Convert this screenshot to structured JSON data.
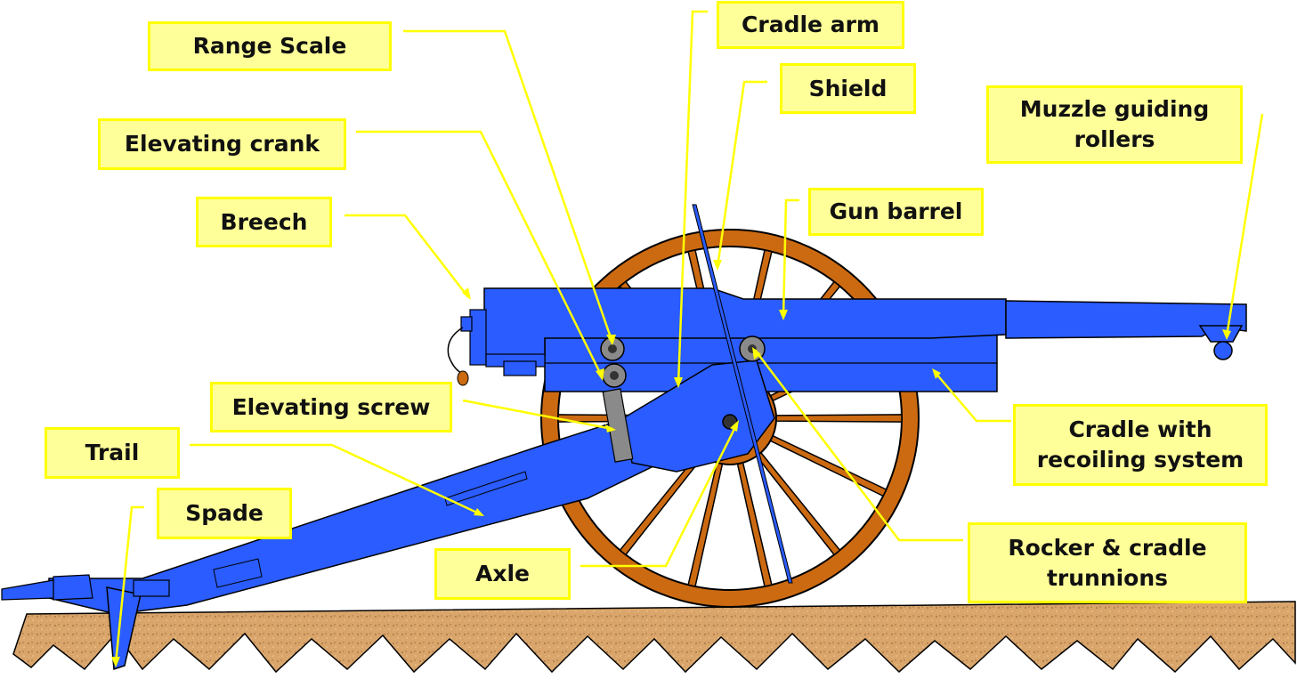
{
  "labels": {
    "range_scale": "Range Scale",
    "cradle_arm": "Cradle arm",
    "shield": "Shield",
    "muzzle_guiding_rollers": "Muzzle guiding\nrollers",
    "elevating_crank": "Elevating crank",
    "breech": "Breech",
    "gun_barrel": "Gun barrel",
    "elevating_screw": "Elevating screw",
    "trail": "Trail",
    "cradle_with_recoiling_system": "Cradle with\nrecoiling system",
    "spade": "Spade",
    "axle": "Axle",
    "rocker_cradle_trunnions": "Rocker & cradle\ntrunnions"
  },
  "colors": {
    "gun_body": "#2a5cff",
    "wheel": "#cc6a12",
    "ground": "#d9a56b",
    "label_fill": "#ffff99",
    "label_border": "#ffff00",
    "leader_line": "#ffff00"
  }
}
